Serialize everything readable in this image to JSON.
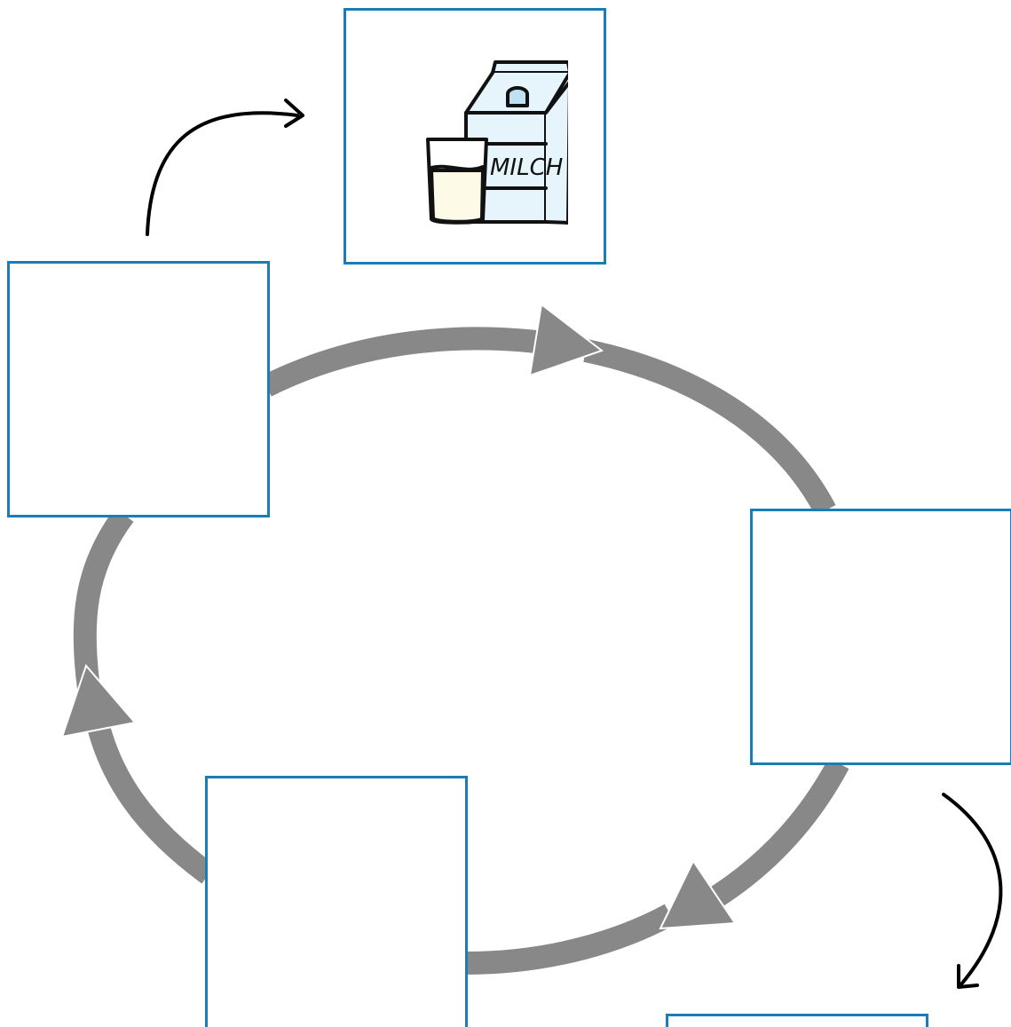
{
  "colors": {
    "background": "#ffffff",
    "box_border": "#1a7db5",
    "cycle_arrow": "#888888",
    "side_arrow": "#000000",
    "carton_fill": "#e6f4fb",
    "milk_fill": "#fdfbe8",
    "cap_fill": "#bfe1f3"
  },
  "illustration": {
    "icon": "milk-carton-and-glass-icon",
    "carton_text": "MILCH"
  },
  "boxes": [
    {
      "id": "milk",
      "content": "milk-carton-and-glass-icon"
    },
    {
      "id": "left",
      "content": ""
    },
    {
      "id": "right",
      "content": ""
    },
    {
      "id": "bottom",
      "content": ""
    },
    {
      "id": "corner",
      "content": ""
    }
  ]
}
